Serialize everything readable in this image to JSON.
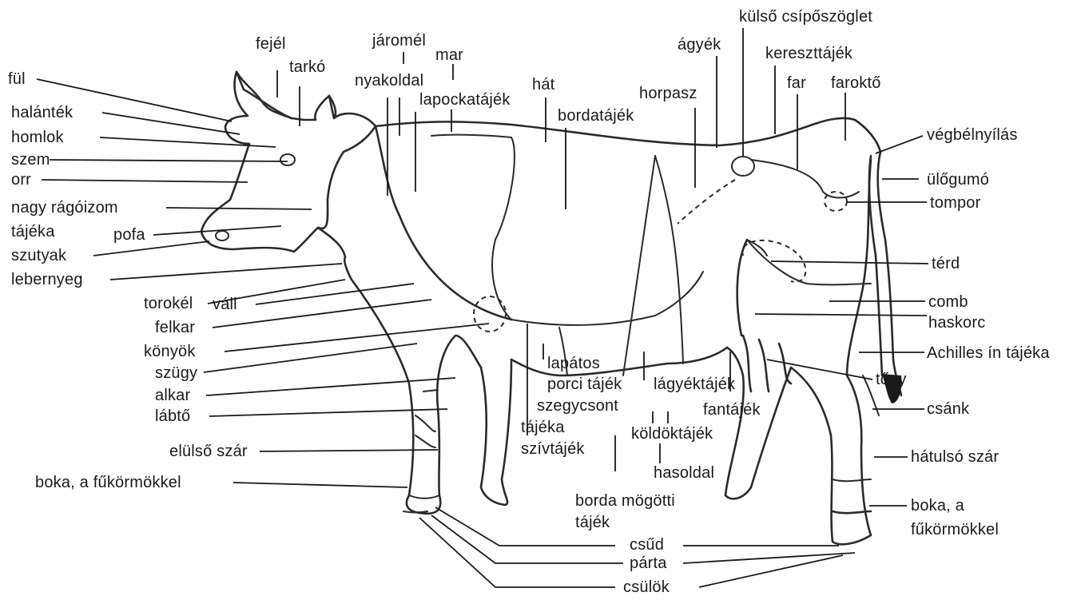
{
  "labels": {
    "ful": "fül",
    "halantek": "halánték",
    "homlok": "homlok",
    "szem": "szem",
    "orr": "orr",
    "nagy_ragoizom_1": "nagy rágóizom",
    "nagy_ragoizom_2": "tájéka",
    "pofa": "pofa",
    "szutyak": "szutyak",
    "lebernyeg": "lebernyeg",
    "torokel": "torokél",
    "vall": "váll",
    "felkar": "felkar",
    "konyok": "könyök",
    "szugy": "szügy",
    "alkar": "alkar",
    "labto": "lábtő",
    "elulso_szar": "elülső szár",
    "boka_elso": "boka, a fűkörmökkel",
    "fejel": "fejél",
    "tarko": "tarkó",
    "jaromel": "járomél",
    "mar": "mar",
    "nyakoldal": "nyakoldal",
    "lapockatajek": "lapockatájék",
    "hat": "hát",
    "bordatajek": "bordatájék",
    "horpasz": "horpasz",
    "agyek": "ágyék",
    "kulso_csiposzoglet": "külső csípőszöglet",
    "kereszttajek": "kereszttájék",
    "far": "far",
    "farokto": "faroktő",
    "vegbelnyilas": "végbélnyílás",
    "ulogumo": "ülőgumó",
    "tompor": "tompor",
    "terd": "térd",
    "comb": "comb",
    "haskorc": "haskorc",
    "achilles": "Achilles ín tájéka",
    "togy": "tőgy",
    "csank": "csánk",
    "hatulso_szar": "hátulsó szár",
    "boka_hatso_1": "boka, a",
    "boka_hatso_2": "fűkörmökkel",
    "lapatos_1": "lapátos",
    "lapatos_2": "porci tájék",
    "szegycsont_1": "szegycsont",
    "szegycsont_2": "tájéka",
    "szivtajek": "szívtájék",
    "lagyektajek": "lágyéktájék",
    "koldoktajek": "köldöktájék",
    "hasoldal": "hasoldal",
    "fantajek": "fantájék",
    "borda_mogotti_1": "borda mögötti",
    "borda_mogotti_2": "tájék",
    "csud": "csűd",
    "parta": "párta",
    "csulok": "csülök"
  },
  "colors": {
    "ink": "#1a1a1a",
    "background": "#ffffff"
  }
}
